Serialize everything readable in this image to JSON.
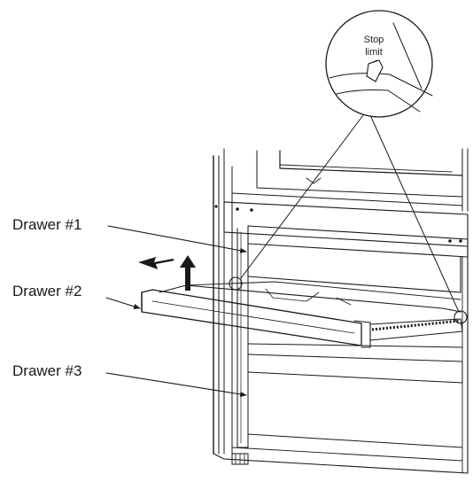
{
  "labels": {
    "drawer1": "Drawer #1",
    "drawer2": "Drawer #2",
    "drawer3": "Drawer #3"
  },
  "detail": {
    "line1": "Stop",
    "line2": "limit"
  }
}
